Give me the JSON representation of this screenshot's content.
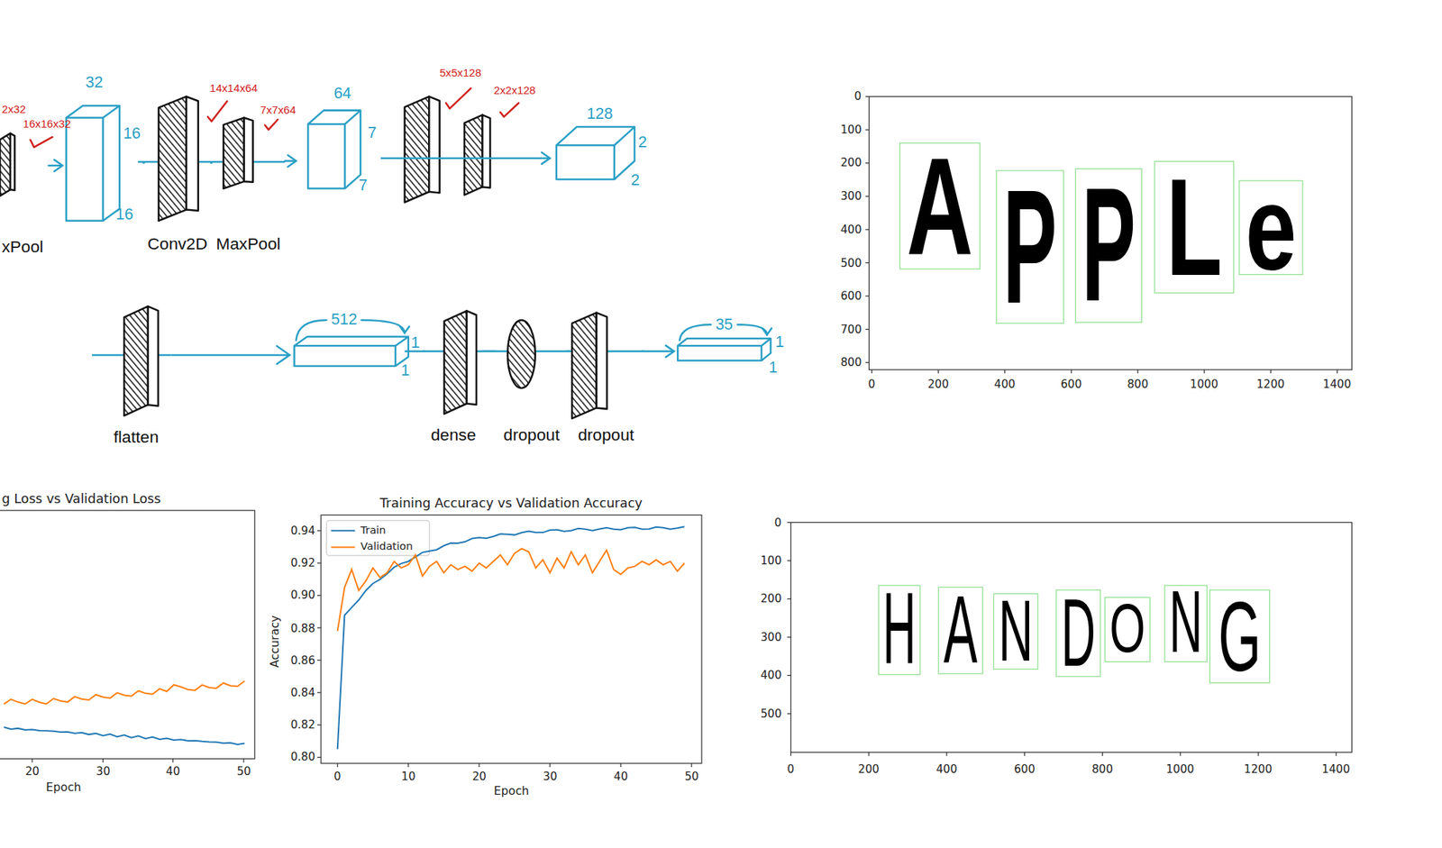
{
  "diagram": {
    "nodes": [
      {
        "text": [
          "xPool"
        ]
      },
      {
        "text": [
          "32",
          "16",
          "16"
        ]
      },
      {
        "text": [
          "Conv2D"
        ]
      },
      {
        "text": [
          "MaxPool"
        ]
      },
      {
        "text": [
          "64",
          "7",
          "7"
        ]
      },
      {
        "text": [
          "128",
          "2",
          "2"
        ]
      },
      {
        "text": [
          "flatten"
        ]
      },
      {
        "text": [
          "512",
          "1",
          "1"
        ]
      },
      {
        "text": [
          "dense"
        ]
      },
      {
        "text": [
          "dropout"
        ]
      },
      {
        "text": [
          "dropout"
        ]
      },
      {
        "text": [
          "35",
          "1",
          "1"
        ]
      },
      {
        "text": [
          "A"
        ]
      },
      {
        "text": [
          "P"
        ]
      },
      {
        "text": [
          "P"
        ]
      },
      {
        "text": [
          "L"
        ]
      },
      {
        "text": [
          "e"
        ]
      },
      {
        "text": [
          "H"
        ]
      },
      {
        "text": [
          "A"
        ]
      },
      {
        "text": [
          "N"
        ]
      },
      {
        "text": [
          "D"
        ]
      },
      {
        "text": [
          "O"
        ]
      },
      {
        "text": [
          "N"
        ]
      },
      {
        "text": [
          "G"
        ]
      }
    ],
    "edges": [
      {
        "from": 0,
        "to": 1,
        "arrow": "to"
      },
      {
        "from": 1,
        "to": 2,
        "arrow": "none"
      },
      {
        "from": 2,
        "to": 3,
        "arrow": "none"
      },
      {
        "from": 3,
        "to": 4,
        "arrow": "to"
      },
      {
        "from": 4,
        "to": 5,
        "arrow": "to"
      },
      {
        "from": 6,
        "to": 7,
        "arrow": "to"
      },
      {
        "from": 7,
        "to": 8,
        "arrow": "none"
      },
      {
        "from": 8,
        "to": 9,
        "arrow": "none"
      },
      {
        "from": 9,
        "to": 10,
        "arrow": "none"
      },
      {
        "from": 10,
        "to": 11,
        "arrow": "to"
      }
    ],
    "labels": [
      "2x32",
      "16x16x32",
      "14x14x64",
      "7x7x64",
      "5x5x128",
      "2x2x128",
      "g Loss vs Validation Loss",
      "20",
      "30",
      "40",
      "50",
      "Epoch",
      "Training Accuracy vs Validation Accuracy",
      "0.94",
      "0.92",
      "0.90",
      "0.88",
      "0.86",
      "0.84",
      "0.82",
      "0.80",
      "0",
      "10",
      "20",
      "30",
      "40",
      "50",
      "Epoch",
      "Accuracy",
      "0",
      "100",
      "200",
      "300",
      "400",
      "500",
      "600",
      "700",
      "800",
      "0",
      "200",
      "400",
      "600",
      "800",
      "1000",
      "1200",
      "1400",
      "0",
      "100",
      "200",
      "300",
      "400",
      "500",
      "0",
      "200",
      "400",
      "600",
      "800",
      "1000",
      "1200",
      "1400"
    ],
    "legend": [
      {
        "text": "Train"
      },
      {
        "text": "Validation"
      }
    ]
  }
}
